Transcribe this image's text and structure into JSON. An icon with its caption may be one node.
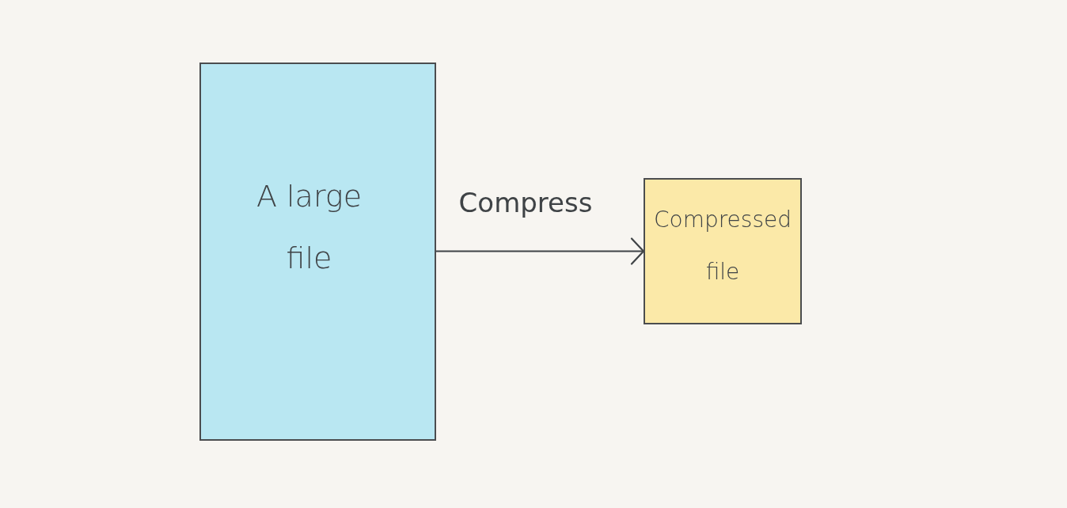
{
  "diagram": {
    "nodes": [
      {
        "text": [
          "A large file"
        ]
      },
      {
        "text": [
          "Compressed file"
        ]
      }
    ],
    "edges": [
      {
        "from": 0,
        "to": 1,
        "arrow": "to",
        "label": "Compress"
      }
    ]
  }
}
